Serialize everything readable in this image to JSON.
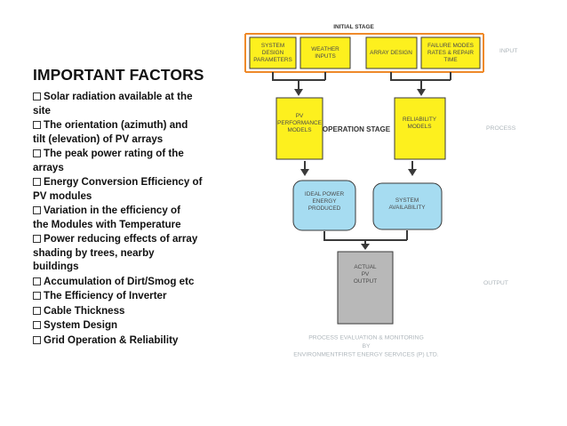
{
  "factors": {
    "heading": "IMPORTANT FACTORS",
    "items": [
      [
        "Solar radiation available at the",
        "site"
      ],
      [
        "The orientation (azimuth) and",
        "tilt (elevation) of PV arrays"
      ],
      [
        "The peak power rating of the",
        "arrays"
      ],
      [
        "Energy Conversion Efficiency of",
        "PV modules"
      ],
      [
        "Variation in the efficiency of",
        "the Modules with Temperature"
      ],
      [
        "Power reducing effects of array",
        "shading by trees, nearby",
        "buildings"
      ],
      [
        "Accumulation of Dirt/Smog etc"
      ],
      [
        "The Efficiency of Inverter"
      ],
      [
        "Cable Thickness"
      ],
      [
        "System Design"
      ],
      [
        "Grid Operation & Reliability"
      ]
    ]
  },
  "diagram": {
    "initial_stage": "INITIAL STAGE",
    "operation_stage": "OPERATION STAGE",
    "side_labels": {
      "input": "INPUT",
      "process": "PROCESS",
      "output": "OUTPUT"
    },
    "boxes": {
      "system_design": [
        "SYSTEM",
        "DESIGN",
        "PARAMETERS"
      ],
      "weather_inputs": [
        "WEATHER",
        "INPUTS"
      ],
      "array_design": [
        "ARRAY DESIGN"
      ],
      "failure_modes": [
        "FAILURE MODES",
        "RATES & REPAIR",
        "TIME"
      ],
      "pv_performance": [
        "PV",
        "PERFORMANCE",
        "MODELS"
      ],
      "reliability": [
        "RELIABILITY",
        "MODELS"
      ],
      "ideal_power": [
        "IDEAL POWER",
        "ENERGY",
        "PRODUCED"
      ],
      "system_availability": [
        "SYSTEM",
        "AVAILABILITY"
      ],
      "actual_output": [
        "ACTUAL",
        "PV",
        "OUTPUT"
      ]
    },
    "footer": [
      "PROCESS EVALUATION & MONITORING",
      "BY",
      "ENVIRONMENTFIRST ENERGY SERVICES (P) LTD."
    ],
    "colors": {
      "yellow": "#fdf01e",
      "blue": "#a6dcf1",
      "gray": "#b8b8b8",
      "outline": "#3a3a3a",
      "bracket": "#ef8a2a"
    }
  }
}
